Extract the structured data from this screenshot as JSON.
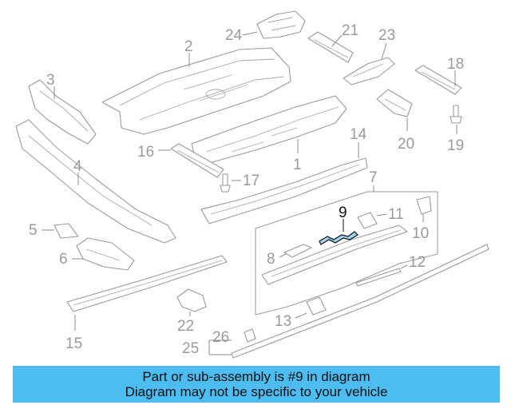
{
  "callouts": {
    "c1": "1",
    "c2": "2",
    "c3": "3",
    "c4": "4",
    "c5": "5",
    "c6": "6",
    "c7": "7",
    "c8": "8",
    "c9": "9",
    "c10": "10",
    "c11": "11",
    "c12": "12",
    "c13": "13",
    "c14": "14",
    "c15": "15",
    "c16": "16",
    "c17": "17",
    "c18": "18",
    "c19": "19",
    "c20": "20",
    "c21": "21",
    "c22": "22",
    "c23": "23",
    "c24": "24",
    "c25": "25",
    "c26": "26"
  },
  "highlighted_part": "9",
  "colors": {
    "banner": "#4dbcf1",
    "highlight": "#9fd8f0",
    "lines": "#9a9a9a"
  },
  "banner": {
    "line1": "Part or sub-assembly is #9 in diagram",
    "line2": "Diagram may not be specific to your vehicle"
  }
}
